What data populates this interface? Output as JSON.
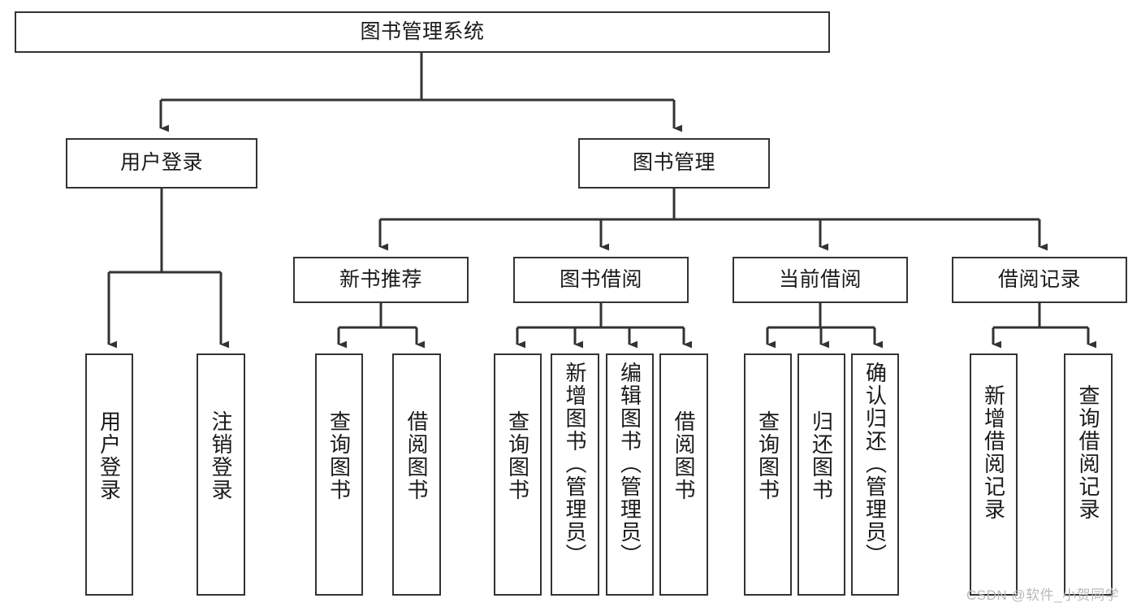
{
  "diagram": {
    "type": "tree-hierarchy-chart",
    "title": "图书管理系统",
    "watermark": "CSDN @软件_小贺同学",
    "colors": {
      "box_border": "#333333",
      "box_fill": "#ffffff",
      "connector": "#333333",
      "text": "#1a1a1a",
      "watermark": "#b9b9b9",
      "background": "#ffffff"
    },
    "levels": {
      "level1": [
        "图书管理系统"
      ],
      "level2": [
        "用户登录",
        "图书管理"
      ],
      "level3": [
        "新书推荐",
        "图书借阅",
        "当前借阅",
        "借阅记录"
      ],
      "level4": [
        "用户登录",
        "注销登录",
        "查询图书",
        "借阅图书",
        "查询图书",
        "新增图书（管理员）",
        "编辑图书（管理员）",
        "借阅图书",
        "查询图书",
        "归还图书",
        "确认归还（管理员）",
        "新增借阅记录",
        "查询借阅记录"
      ]
    },
    "nodes": {
      "root": {
        "label": "图书管理系统"
      },
      "user_login": {
        "label": "用户登录"
      },
      "book_manage": {
        "label": "图书管理"
      },
      "new_book_rec": {
        "label": "新书推荐"
      },
      "book_borrow": {
        "label": "图书借阅"
      },
      "current_borrow": {
        "label": "当前借阅"
      },
      "borrow_record": {
        "label": "借阅记录"
      },
      "leaf_user_login": {
        "label": "用户登录"
      },
      "leaf_logout": {
        "label": "注销登录"
      },
      "leaf_query_book_1": {
        "label": "查询图书"
      },
      "leaf_borrow_book_1": {
        "label": "借阅图书"
      },
      "leaf_query_book_2": {
        "label": "查询图书"
      },
      "leaf_add_book": {
        "label": "新增图书（管理员）"
      },
      "leaf_edit_book": {
        "label": "编辑图书（管理员）"
      },
      "leaf_borrow_book_2": {
        "label": "借阅图书"
      },
      "leaf_query_book_3": {
        "label": "查询图书"
      },
      "leaf_return_book": {
        "label": "归还图书"
      },
      "leaf_confirm_return": {
        "label": "确认归还（管理员）"
      },
      "leaf_add_record": {
        "label": "新增借阅记录"
      },
      "leaf_query_record": {
        "label": "查询借阅记录"
      }
    },
    "edges": [
      {
        "from": "root",
        "to": "user_login"
      },
      {
        "from": "root",
        "to": "book_manage"
      },
      {
        "from": "user_login",
        "to": "leaf_user_login"
      },
      {
        "from": "user_login",
        "to": "leaf_logout"
      },
      {
        "from": "book_manage",
        "to": "new_book_rec"
      },
      {
        "from": "book_manage",
        "to": "book_borrow"
      },
      {
        "from": "book_manage",
        "to": "current_borrow"
      },
      {
        "from": "book_manage",
        "to": "borrow_record"
      },
      {
        "from": "new_book_rec",
        "to": "leaf_query_book_1"
      },
      {
        "from": "new_book_rec",
        "to": "leaf_borrow_book_1"
      },
      {
        "from": "book_borrow",
        "to": "leaf_query_book_2"
      },
      {
        "from": "book_borrow",
        "to": "leaf_add_book"
      },
      {
        "from": "book_borrow",
        "to": "leaf_edit_book"
      },
      {
        "from": "book_borrow",
        "to": "leaf_borrow_book_2"
      },
      {
        "from": "current_borrow",
        "to": "leaf_query_book_3"
      },
      {
        "from": "current_borrow",
        "to": "leaf_return_book"
      },
      {
        "from": "current_borrow",
        "to": "leaf_confirm_return"
      },
      {
        "from": "borrow_record",
        "to": "leaf_add_record"
      },
      {
        "from": "borrow_record",
        "to": "leaf_query_record"
      }
    ]
  }
}
